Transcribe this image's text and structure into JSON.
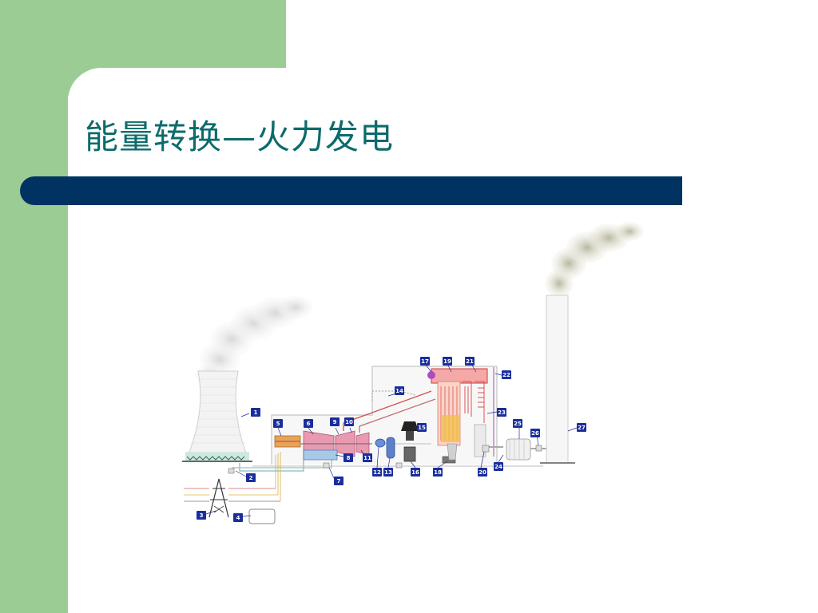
{
  "slide": {
    "title": "能量转换—火力发电"
  },
  "diagram": {
    "callouts": [
      "1",
      "2",
      "3",
      "4",
      "5",
      "6",
      "7",
      "8",
      "9",
      "10",
      "11",
      "12",
      "13",
      "14",
      "15",
      "16",
      "17",
      "18",
      "19",
      "20",
      "21",
      "22",
      "23",
      "24",
      "25",
      "26",
      "27"
    ]
  },
  "colors": {
    "green_band": "#9bcc94",
    "title_text": "#0d6b6b",
    "title_bar": "#003362",
    "callout_box": "#1a2e9c",
    "boiler_red": "#e04040"
  }
}
